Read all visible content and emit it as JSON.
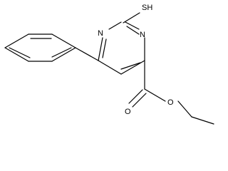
{
  "molecule": {
    "atoms": {
      "thiol": "SH",
      "ring_n_top": "N",
      "ring_n_right": "N",
      "ester_o_single": "O",
      "carbonyl_o": "O"
    }
  }
}
